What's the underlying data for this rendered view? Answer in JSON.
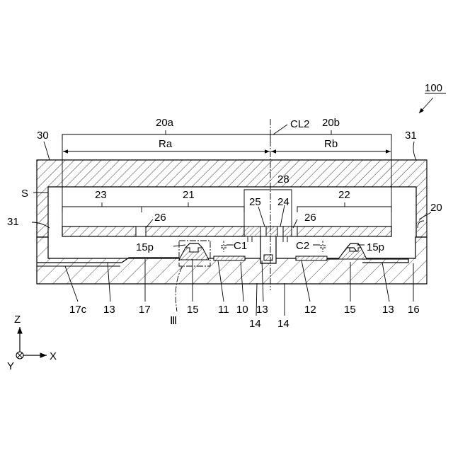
{
  "labels": {
    "device": "100",
    "cap": "30",
    "side_wall_left": "31",
    "side_wall_right": "31",
    "space": "S",
    "movable_body": "20",
    "region_a": "20a",
    "region_b": "20b",
    "range_a": "Ra",
    "range_b": "Rb",
    "center_line": "CL2",
    "part_23": "23",
    "part_21": "21",
    "part_22": "22",
    "part_25": "25",
    "part_24": "24",
    "part_28": "28",
    "part_26_left": "26",
    "part_26_right": "26",
    "proj_left": "15p",
    "proj_right": "15p",
    "cap_c1": "C1",
    "cap_c2": "C2",
    "b_17c": "17c",
    "b_13_a": "13",
    "b_17": "17",
    "b_15_a": "15",
    "b_11": "11",
    "b_10": "10",
    "b_13_b": "13",
    "b_12": "12",
    "b_15_b": "15",
    "b_13_c": "13",
    "b_16": "16",
    "b_14_a": "14",
    "b_14_b": "14",
    "detail": "Ⅲ"
  },
  "axes": {
    "z": "Z",
    "x": "X",
    "y": "Y"
  }
}
